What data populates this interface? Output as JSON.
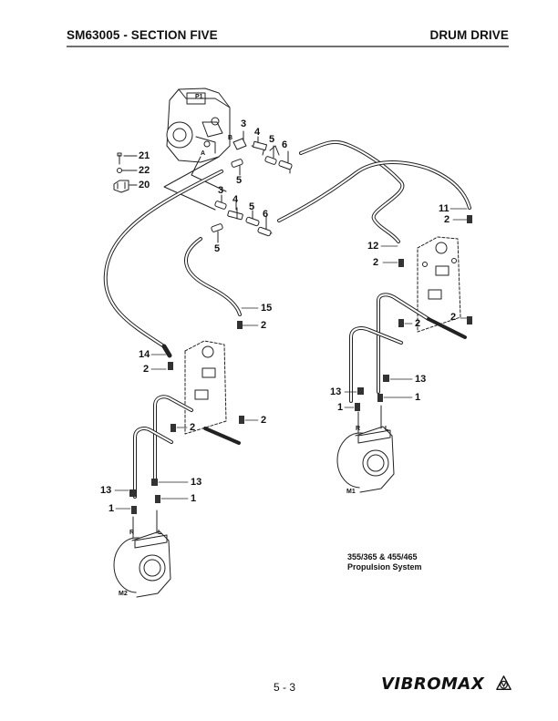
{
  "header": {
    "left": "SM63005 - SECTION FIVE",
    "right": "DRUM DRIVE"
  },
  "diagram": {
    "components": {
      "pump": "P1",
      "motor_1": "M1",
      "motor_2": "M2",
      "port_a": "A",
      "port_b": "B",
      "m1_port_r": "R",
      "m1_port_l": "L",
      "m2_port_r": "R",
      "m2_port_l": "L"
    },
    "callouts": {
      "c21": "21",
      "c22": "22",
      "c20": "20",
      "pump_3": "3",
      "pump_4": "4",
      "pump_5a": "5",
      "pump_6": "6",
      "pump_5b": "5",
      "lower_3": "3",
      "lower_4": "4",
      "lower_5a": "5",
      "lower_6": "6",
      "lower_5b": "5",
      "c11": "11",
      "c2_right_top": "2",
      "c12": "12",
      "c2_right_mid": "2",
      "c2_right_block_l": "2",
      "c2_right_block_r": "2",
      "c13_right_a": "13",
      "c13_right_b": "13",
      "c1_right_a": "1",
      "c1_right_b": "1",
      "c15": "15",
      "c2_left_15": "2",
      "c14": "14",
      "c2_left_14": "2",
      "c2_left_block_l": "2",
      "c2_left_block_r": "2",
      "c13_left_a": "13",
      "c13_left_b": "13",
      "c1_left_a": "1",
      "c1_left_b": "1"
    },
    "caption_line1": "355/365 & 455/465",
    "caption_line2": "Propulsion System"
  },
  "footer": {
    "page_number": "5 - 3",
    "brand": "VIBROMAX",
    "brand_logo": "vibromax-v-logo-icon"
  }
}
